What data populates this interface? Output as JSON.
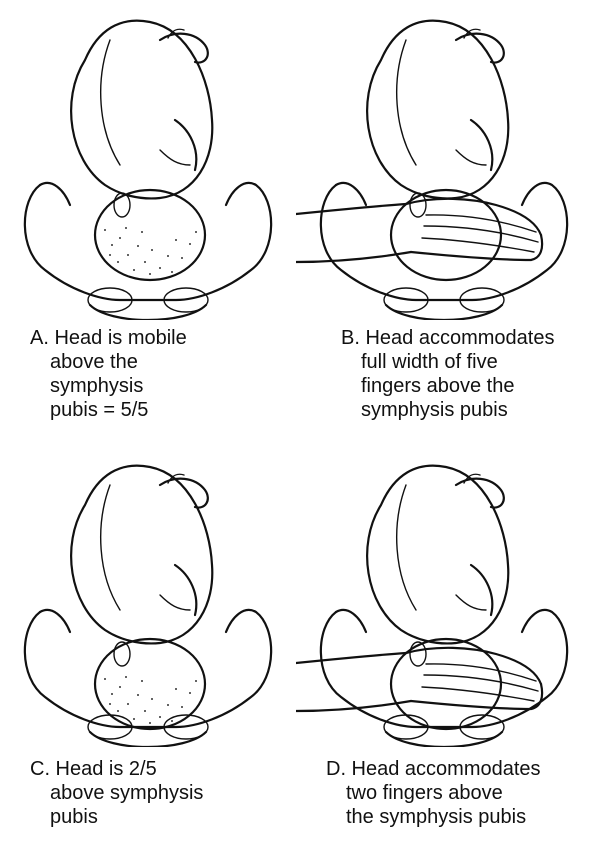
{
  "panels": [
    {
      "id": "A",
      "lines": [
        "A. Head is mobile",
        "above the",
        "symphysis",
        "pubis = 5/5"
      ]
    },
    {
      "id": "B",
      "lines": [
        "B. Head accommodates",
        "full width of five",
        "fingers above the",
        "symphysis pubis"
      ]
    },
    {
      "id": "C",
      "lines": [
        "C. Head is 2/5",
        "above symphysis",
        "pubis"
      ]
    },
    {
      "id": "D",
      "lines": [
        "D. Head accommodates",
        "two fingers above",
        "the symphysis pubis"
      ]
    }
  ],
  "colors": {
    "ink": "#111111",
    "background": "#ffffff"
  }
}
